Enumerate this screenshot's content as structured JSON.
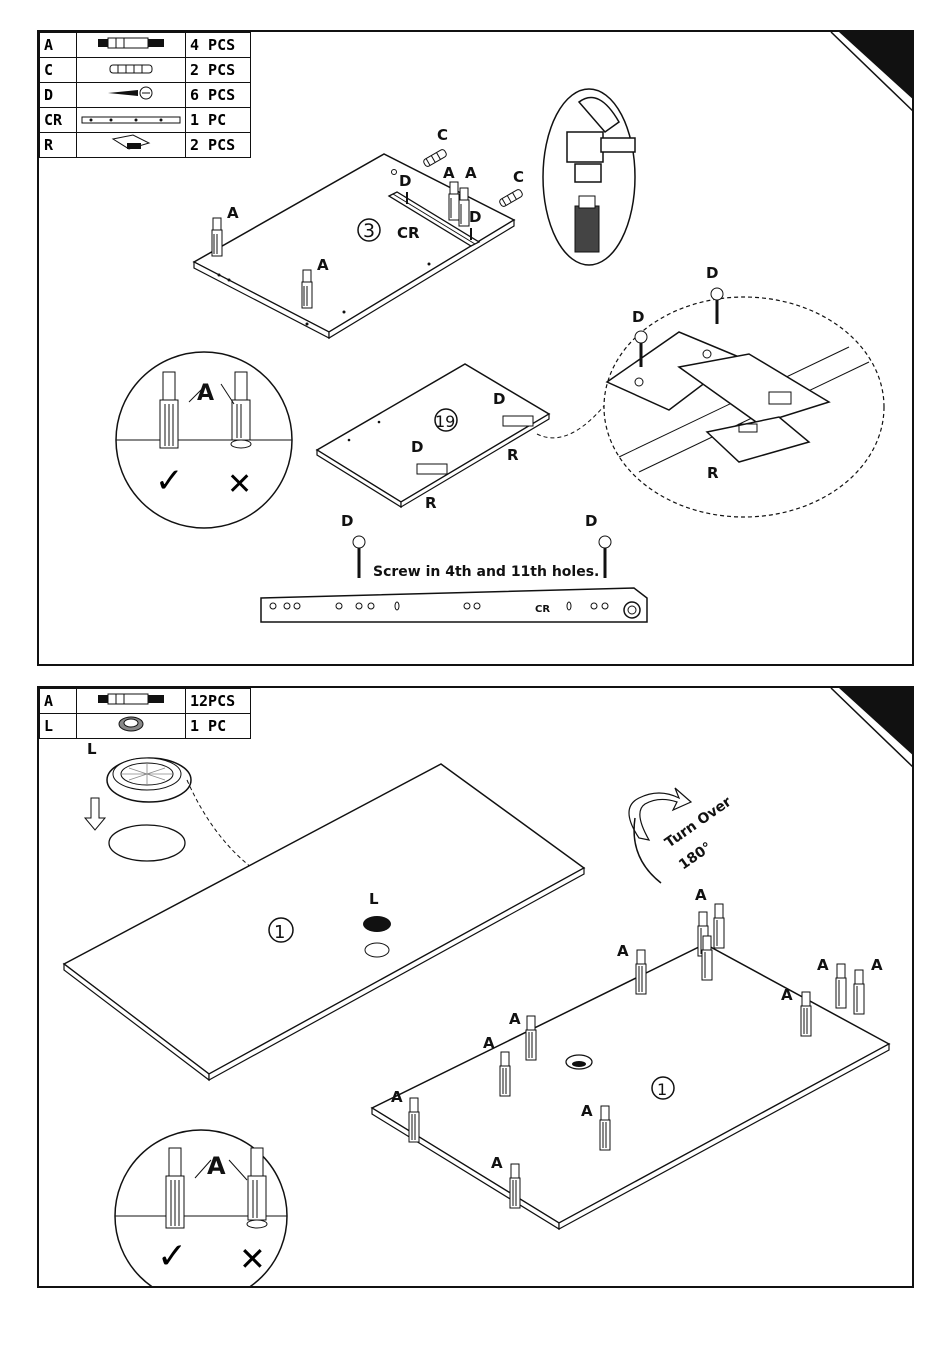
{
  "panel1": {
    "parts": [
      {
        "letter": "A",
        "icon": "cam-bolt-icon",
        "qty": "4 PCS"
      },
      {
        "letter": "C",
        "icon": "dowel-icon",
        "qty": "2 PCS"
      },
      {
        "letter": "D",
        "icon": "screw-icon",
        "qty": "6 PCS"
      },
      {
        "letter": "CR",
        "icon": "drawer-rail-icon",
        "qty": "1 PC"
      },
      {
        "letter": "R",
        "icon": "rail-bracket-icon",
        "qty": "2 PCS"
      }
    ],
    "labels": {
      "a": "A",
      "c": "C",
      "d": "D",
      "cr": "CR",
      "r": "R"
    },
    "board_numbers": {
      "top": "3",
      "middle": "19"
    },
    "instruction": "Screw in 4th and 11th holes.",
    "rail_text": "CR",
    "check_marks": {
      "ok": "✓",
      "bad": "✕"
    }
  },
  "panel2": {
    "parts": [
      {
        "letter": "A",
        "icon": "cam-bolt-icon",
        "qty": "12PCS"
      },
      {
        "letter": "L",
        "icon": "grommet-icon",
        "qty": "1 PC"
      }
    ],
    "labels": {
      "a": "A",
      "l": "L"
    },
    "board_number": "1",
    "turn_over": {
      "line1": "Turn Over",
      "line2": "180°"
    },
    "check_marks": {
      "ok": "✓",
      "bad": "✕"
    }
  }
}
